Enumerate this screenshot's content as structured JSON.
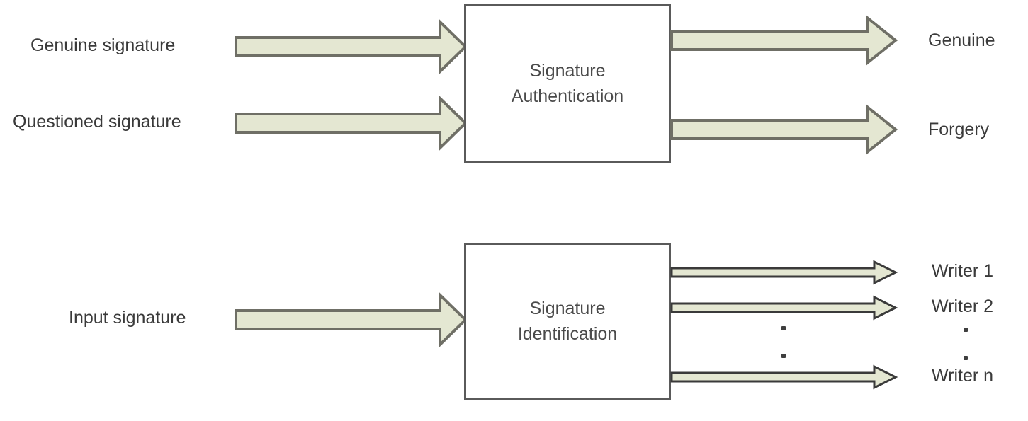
{
  "diagram": {
    "title_text": "",
    "colors": {
      "arrow_fill": "#e4e7d2",
      "arrow_stroke": "#6f6f66",
      "box_stroke": "#5a5a5a",
      "text": "#3a3a3a",
      "background": "#ffffff"
    },
    "sections": [
      {
        "id": "authentication",
        "box_label_lines": [
          "Signature",
          "Authentication"
        ],
        "inputs": [
          {
            "label": "Genuine signature"
          },
          {
            "label": "Questioned signature"
          }
        ],
        "outputs": [
          {
            "label": "Genuine"
          },
          {
            "label": "Forgery"
          }
        ]
      },
      {
        "id": "identification",
        "box_label_lines": [
          "Signature",
          "Identification"
        ],
        "inputs": [
          {
            "label": "Input signature"
          }
        ],
        "outputs": [
          {
            "label": "Writer 1"
          },
          {
            "label": "Writer 2"
          },
          {
            "label": "Writer n"
          }
        ],
        "ellipsis": {
          "glyph": "·",
          "count": 2
        }
      }
    ]
  }
}
